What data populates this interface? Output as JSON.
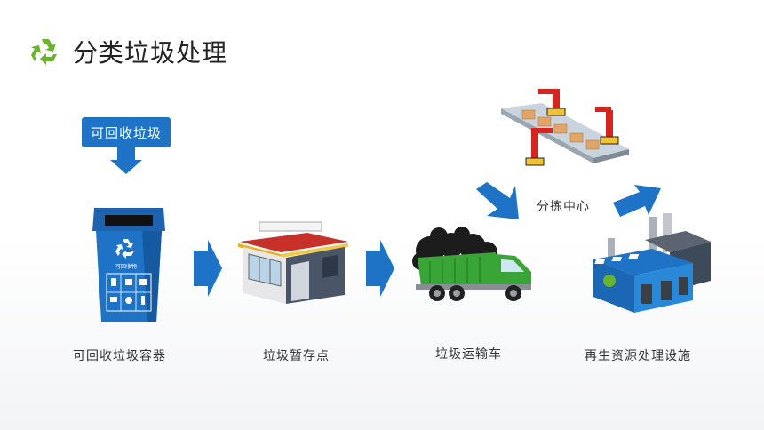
{
  "title": "分类垃圾处理",
  "tag": "可回收垃圾",
  "steps": [
    {
      "label": "可回收垃圾容器"
    },
    {
      "label": "垃圾暂存点"
    },
    {
      "label": "垃圾运输车"
    },
    {
      "label": "再生资源处理设施"
    }
  ],
  "branch": {
    "label": "分拣中心"
  },
  "bin_caption": "可回收物",
  "colors": {
    "accent_blue": "#1e73c6",
    "recycle_green": "#6ab42d",
    "truck_green": "#3aa537",
    "arm_red": "#d8241f"
  },
  "icons": [
    "recycle-icon",
    "recycle-bin-icon",
    "storage-kiosk-icon",
    "garbage-truck-icon",
    "sorting-robot-icon",
    "factory-icon"
  ]
}
